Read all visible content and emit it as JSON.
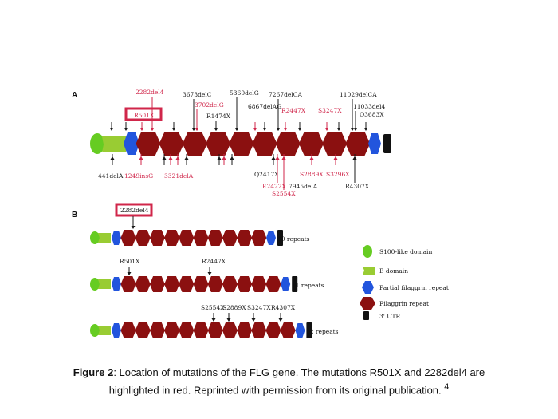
{
  "panel_a": {
    "letter": "A",
    "top_labels": [
      {
        "text": "2282del4",
        "color": "red"
      },
      {
        "text": "R501X",
        "color": "red"
      },
      {
        "text": "3673delC",
        "color": "black"
      },
      {
        "text": "3702delG",
        "color": "red"
      },
      {
        "text": "R1474X",
        "color": "black"
      },
      {
        "text": "5360delG",
        "color": "black"
      },
      {
        "text": "6867delAG",
        "color": "black"
      },
      {
        "text": "7267delCA",
        "color": "black"
      },
      {
        "text": "R2447X",
        "color": "red"
      },
      {
        "text": "S3247X",
        "color": "red"
      },
      {
        "text": "11029delCA",
        "color": "black"
      },
      {
        "text": "11033del4",
        "color": "black"
      },
      {
        "text": "Q3683X",
        "color": "black"
      }
    ],
    "bottom_labels": [
      {
        "text": "441delA",
        "color": "black"
      },
      {
        "text": "1249insG",
        "color": "red"
      },
      {
        "text": "3321delA",
        "color": "red"
      },
      {
        "text": "Q2417X",
        "color": "black"
      },
      {
        "text": "E2422X",
        "color": "red"
      },
      {
        "text": "S2554X",
        "color": "red"
      },
      {
        "text": "7945delA",
        "color": "black"
      },
      {
        "text": "S2889X",
        "color": "red"
      },
      {
        "text": "S3296X",
        "color": "red"
      },
      {
        "text": "R4307X",
        "color": "black"
      }
    ]
  },
  "panel_b": {
    "letter": "B",
    "rows": [
      {
        "repeats_label": "10 repeats",
        "mutations": [
          "2282del4"
        ]
      },
      {
        "repeats_label": "11 repeats",
        "mutations": [
          "R501X",
          "R2447X"
        ]
      },
      {
        "repeats_label": "12 repeats",
        "mutations": [
          "S2554X",
          "S2889X",
          "S3247X",
          "R4307X"
        ]
      }
    ]
  },
  "legend": [
    {
      "label": "S100-like domain",
      "color": "#66cc22"
    },
    {
      "label": "B domain",
      "color": "#99cc33"
    },
    {
      "label": "Partial filaggrin repeat",
      "color": "#2255dd"
    },
    {
      "label": "Filaggrin repeat",
      "color": "#8b1010"
    },
    {
      "label": "3' UTR",
      "color": "#111111"
    }
  ],
  "caption": {
    "bold": "Figure 2",
    "text": ": Location of mutations of the FLG gene. The mutations R501X and 2282del4 are highlighted in red. Reprinted with permission from its original publication. ",
    "superscript": "4"
  }
}
